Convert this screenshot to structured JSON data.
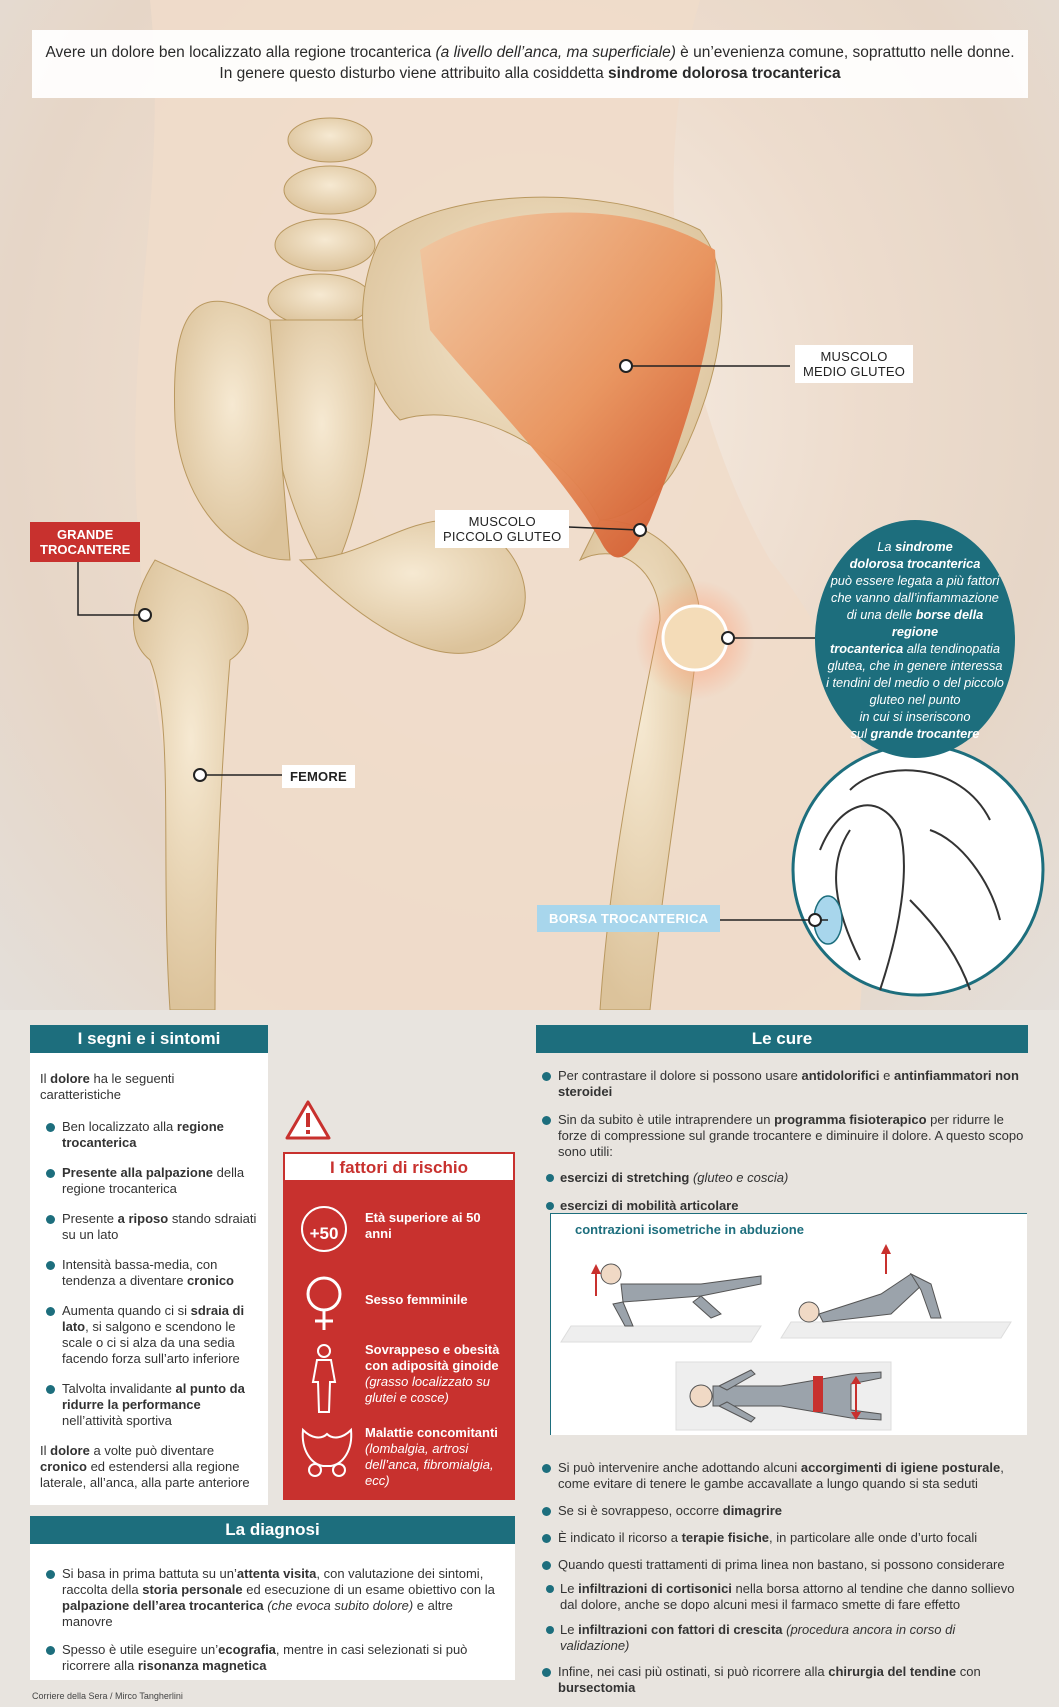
{
  "intro": {
    "line1_a": "Avere un dolore ben localizzato alla regione trocanterica ",
    "line1_i": "(a livello dell’anca, ma superficiale)",
    "line1_b": " è un’evenienza comune, soprattutto nelle donne.",
    "line2_a": "In genere questo disturbo viene attribuito alla cosiddetta ",
    "line2_b": "sindrome dolorosa trocanterica"
  },
  "labels": {
    "medio_gluteo": [
      "MUSCOLO",
      "MEDIO GLUTEO"
    ],
    "piccolo_gluteo": [
      "MUSCOLO",
      "PICCOLO GLUTEO"
    ],
    "grande_trocantere": [
      "GRANDE",
      "TROCANTERE"
    ],
    "femore": "FEMORE",
    "borsa": "BORSA TROCANTERICA"
  },
  "teal_circle": {
    "t1": "La ",
    "b1": "sindrome",
    "b2": "dolorosa trocanterica",
    "t2": "può essere legata a più fattori",
    "t3": "che vanno dall’infiammazione",
    "t4": "di una delle ",
    "b3": "borse della regione",
    "b4": "trocanterica",
    "t5": " alla tendinopatia",
    "t6": "glutea, che in genere interessa",
    "t7": "i tendini del medio o del piccolo",
    "t8": "gluteo nel punto",
    "t9": "in cui si inseriscono",
    "t10": "sul ",
    "b5": "grande trocantere"
  },
  "signs": {
    "title": "I segni e i sintomi",
    "intro_a": "Il ",
    "intro_b": "dolore",
    "intro_c": " ha le seguenti caratteristiche",
    "items": [
      {
        "a": "Ben localizzato alla ",
        "b": "regione trocanterica",
        "c": ""
      },
      {
        "a": "",
        "b": "Presente alla palpazione",
        "c": " della regione trocanterica"
      },
      {
        "a": "Presente ",
        "b": "a riposo",
        "c": " stando sdraiati su un lato"
      },
      {
        "a": "Intensità bassa-media, con tendenza a diventare ",
        "b": "cronico",
        "c": ""
      },
      {
        "a": "Aumenta quando ci si ",
        "b": "sdraia di lato",
        "c": ", si salgono e scendono le scale o ci si alza da una sedia facendo forza sull’arto inferiore"
      },
      {
        "a": "Talvolta invalidante ",
        "b": "al punto da ridurre la performance",
        "c": " nell’attività sportiva"
      }
    ],
    "outro_a": "Il ",
    "outro_b": "dolore",
    "outro_c": " a volte può diventare ",
    "outro_d": "cronico",
    "outro_e": " ed estendersi alla regione laterale, all’anca, alla parte anteriore"
  },
  "risk": {
    "title": "I fattori di rischio",
    "age_icon_text": "+50",
    "items": [
      {
        "b": "Età superiore ai 50 anni",
        "i": ""
      },
      {
        "b": "Sesso femminile",
        "i": ""
      },
      {
        "b": "Sovrappeso e obesità con adiposità ginoide",
        "i": "(grasso localizzato su glutei e cosce)"
      },
      {
        "b": "Malattie concomitanti",
        "i": "(lombalgia, artrosi dell’anca, fibromialgia, ecc)"
      }
    ]
  },
  "cures": {
    "title": "Le cure",
    "p1_a": "Per contrastare il dolore si possono usare ",
    "p1_b": "antidolorifici",
    "p1_c": " e ",
    "p1_d": "antinfiammatori non steroidei",
    "p2_a": "Sin da subito è utile intraprendere un ",
    "p2_b": "programma fisioterapico",
    "p2_c": " per ridurre le forze di compressione sul grande trocantere e diminuire il dolore. A questo scopo sono utili:",
    "ex1_b": "esercizi di stretching",
    "ex1_i": " (gluteo e coscia)",
    "ex2_b": "esercizi di mobilità articolare",
    "ex3_b": "contrazioni isometriche in abduzione",
    "p3_a": "Si può intervenire anche adottando alcuni ",
    "p3_b": "accorgimenti di igiene posturale",
    "p3_c": ", come evitare di tenere le gambe accavallate a lungo quando si sta seduti",
    "p4_a": "Se si è sovrappeso, occorre ",
    "p4_b": "dimagrire",
    "p5_a": "È indicato il ricorso a ",
    "p5_b": "terapie fisiche",
    "p5_c": ", in particolare alle onde d’urto focali",
    "p6": "Quando questi trattamenti di prima linea non bastano, si possono considerare",
    "s1_a": "Le ",
    "s1_b": "infiltrazioni di cortisonici",
    "s1_c": " nella borsa attorno al tendine che danno sollievo dal dolore, anche se dopo alcuni mesi il farmaco smette di fare effetto",
    "s2_a": "Le ",
    "s2_b": "infiltrazioni con fattori di crescita",
    "s2_i": " (procedura ancora in corso di validazione)",
    "p7_a": "Infine, nei casi più ostinati, si può ricorrere alla ",
    "p7_b": "chirurgia del tendine",
    "p7_c": " con ",
    "p7_d": "bursectomia"
  },
  "diagnosis": {
    "title": "La diagnosi",
    "d1_a": "Si basa in prima battuta su un’",
    "d1_b": "attenta visita",
    "d1_c": ", con valutazione dei sintomi, raccolta della ",
    "d1_d": "storia personale",
    "d1_e": " ed esecuzione di un esame obiettivo con la ",
    "d1_f": "palpazione dell’area trocanterica",
    "d1_i": " (che evoca subito dolore)",
    "d1_g": " e altre manovre",
    "d2_a": "Spesso è utile eseguire un’",
    "d2_b": "ecografia",
    "d2_c": ", mentre in casi selezionati si può ricorrere alla ",
    "d2_d": "risonanza magnetica"
  },
  "credit": "Corriere della Sera / Mirco Tangherlini",
  "colors": {
    "teal": "#1d6e7d",
    "red": "#c8312e",
    "light_blue": "#a8d6ec",
    "muscle": "#e58a5a"
  }
}
